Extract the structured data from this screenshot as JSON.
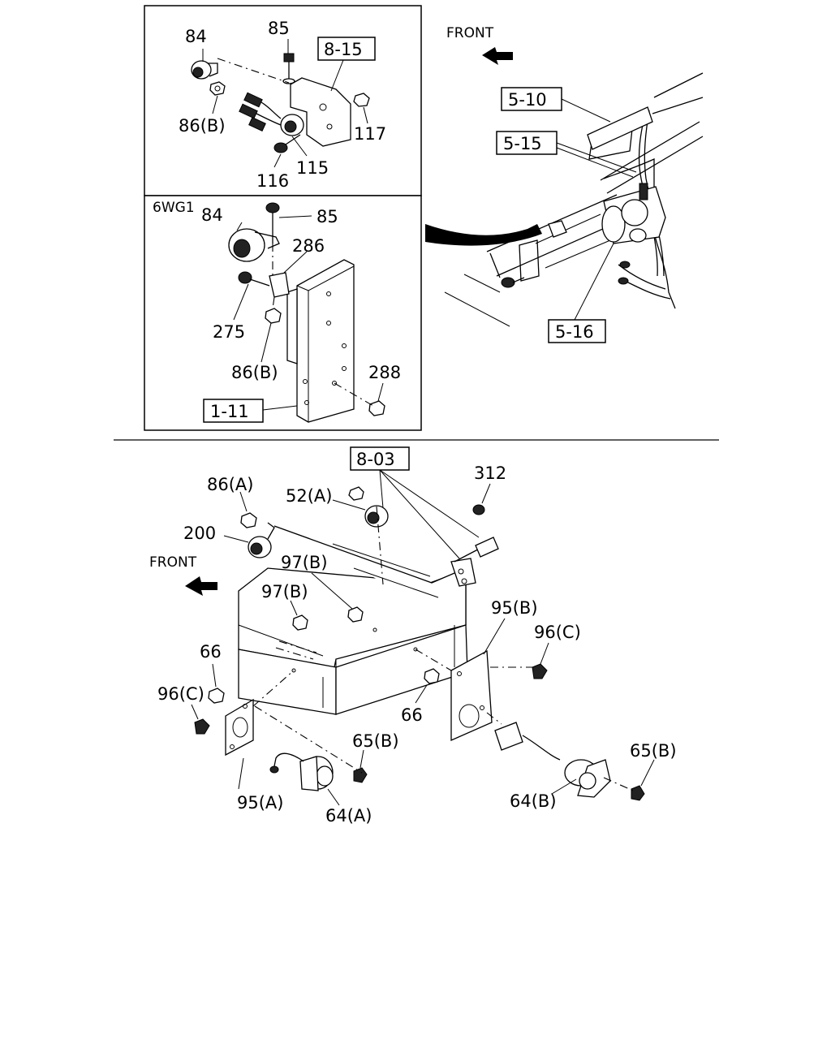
{
  "inset_top": {
    "refs": {
      "r815": "8-15"
    },
    "labels": {
      "l84": "84",
      "l85": "85",
      "l86b": "86(B)",
      "l117": "117",
      "l116": "116",
      "l115": "115"
    }
  },
  "inset_6wg1": {
    "title": "6WG1",
    "refs": {
      "r111": "1-11"
    },
    "labels": {
      "l84": "84",
      "l85": "85",
      "l286": "286",
      "l275": "275",
      "l86b": "86(B)",
      "l288": "288"
    }
  },
  "vehicle_view": {
    "front_label": "FRONT",
    "refs": {
      "r510": "5-10",
      "r515": "5-15",
      "r516": "5-16"
    }
  },
  "main_view": {
    "front_label": "FRONT",
    "refs": {
      "r803": "8-03"
    },
    "labels": {
      "l312": "312",
      "l86a": "86(A)",
      "l52a": "52(A)",
      "l200": "200",
      "l97b_1": "97(B)",
      "l97b_2": "97(B)",
      "l95b": "95(B)",
      "l96c_1": "96(C)",
      "l66_1": "66",
      "l96c_2": "96(C)",
      "l66_2": "66",
      "l65b_1": "65(B)",
      "l95a": "95(A)",
      "l64a": "64(A)",
      "l64b": "64(B)",
      "l65b_2": "65(B)"
    }
  }
}
